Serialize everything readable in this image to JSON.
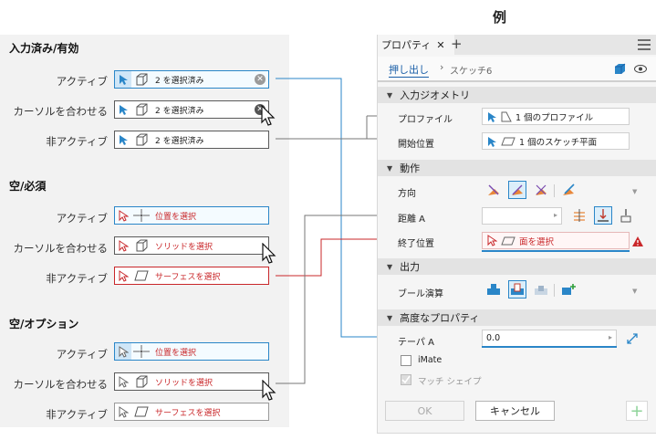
{
  "example_title": "例",
  "left": {
    "sections": [
      {
        "title": "入力済み/有効",
        "rows": [
          {
            "label": "アクティブ",
            "text": "2 を選択済み"
          },
          {
            "label": "カーソルを合わせる",
            "text": "2 を選択済み"
          },
          {
            "label": "非アクティブ",
            "text": "2 を選択済み"
          }
        ]
      },
      {
        "title": "空/必須",
        "rows": [
          {
            "label": "アクティブ",
            "text": "位置を選択"
          },
          {
            "label": "カーソルを合わせる",
            "text": "ソリッドを選択"
          },
          {
            "label": "非アクティブ",
            "text": "サーフェスを選択"
          }
        ]
      },
      {
        "title": "空/オプション",
        "rows": [
          {
            "label": "アクティブ",
            "text": "位置を選択"
          },
          {
            "label": "カーソルを合わせる",
            "text": "ソリッドを選択"
          },
          {
            "label": "非アクティブ",
            "text": "サーフェスを選択"
          }
        ]
      }
    ]
  },
  "panel": {
    "tab_label": "プロパティ",
    "tab_close": "✕",
    "tab_add": "+",
    "breadcrumb_link": "押し出し",
    "breadcrumb_sep": "›",
    "breadcrumb_current": "スケッチ6",
    "groups": {
      "input_geometry": "入力ジオメトリ",
      "behavior": "動作",
      "output": "出力",
      "advanced": "高度なプロパティ"
    },
    "fields": {
      "profile_label": "プロファイル",
      "profile_value": "1 個のプロファイル",
      "start_label": "開始位置",
      "start_value": "1 個のスケッチ平面",
      "direction_label": "方向",
      "distance_label": "距離 A",
      "end_label": "終了位置",
      "end_value": "面を選択",
      "boolean_label": "ブール演算",
      "taper_label": "テーパ A",
      "taper_value": "0.0",
      "imate_label": "iMate",
      "match_label": "マッチ シェイプ"
    },
    "buttons": {
      "ok": "OK",
      "cancel": "キャンセル",
      "add": "+"
    },
    "colors": {
      "accent": "#2a86c8",
      "required": "#c9272a"
    }
  }
}
